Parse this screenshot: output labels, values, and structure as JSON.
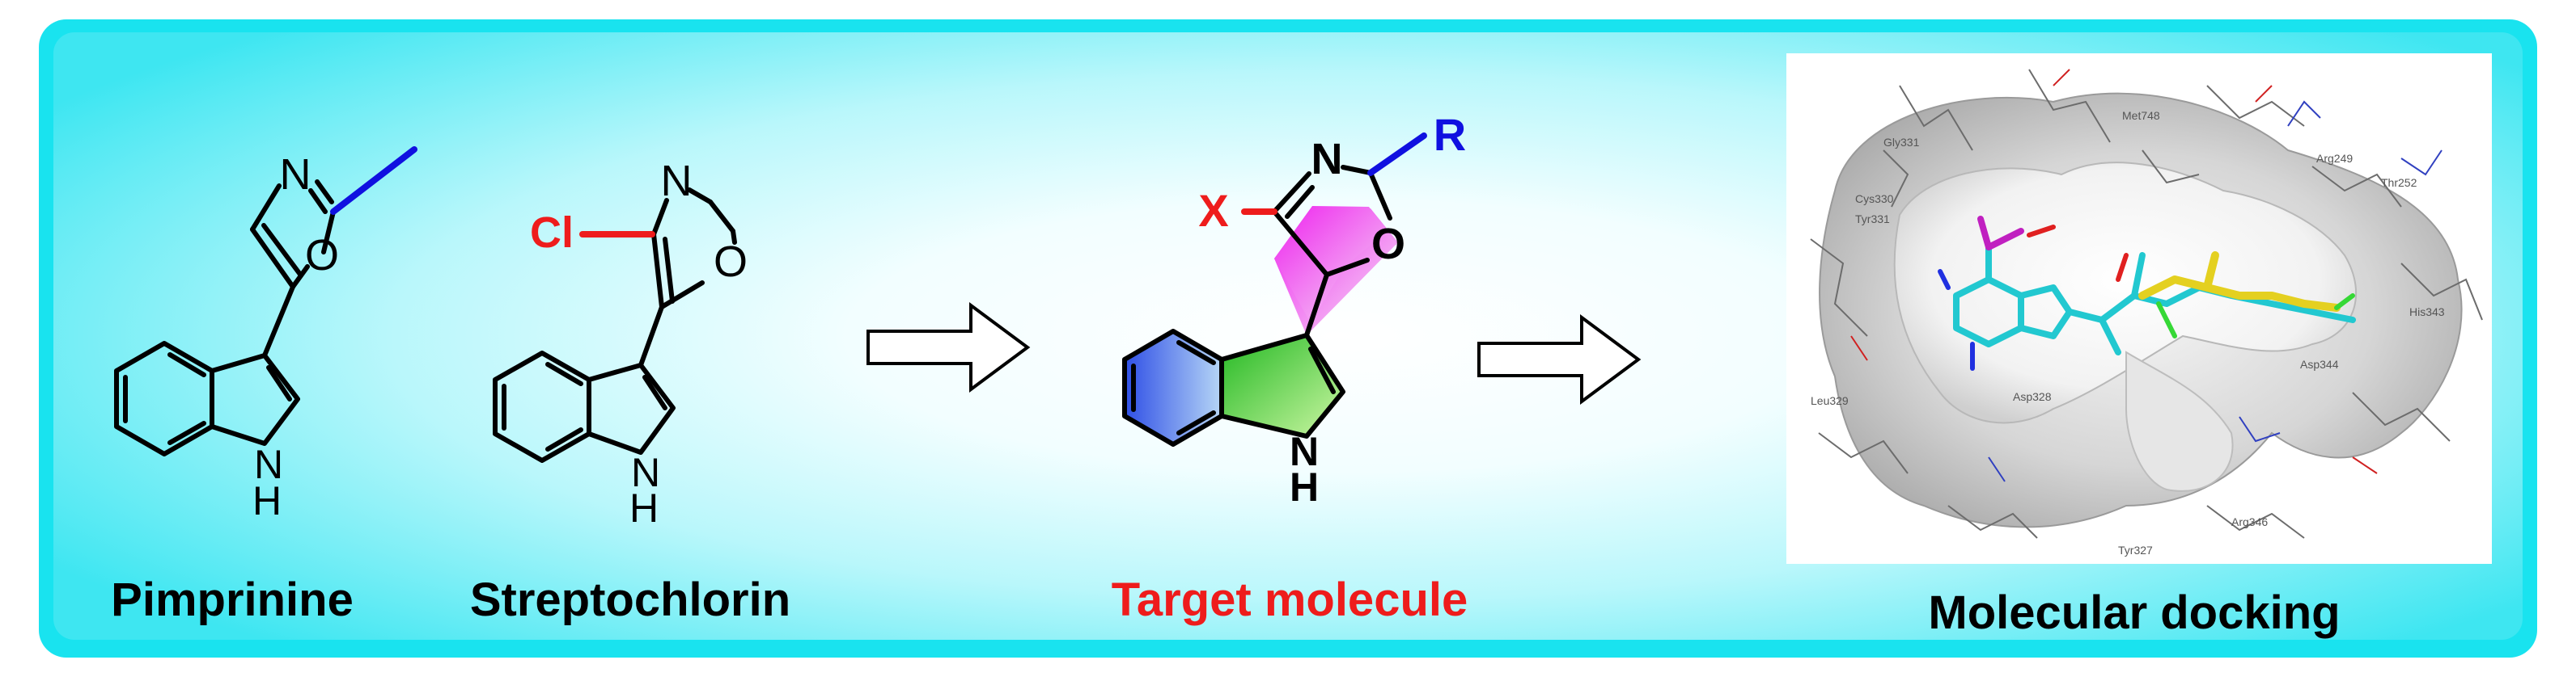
{
  "captions": {
    "pimprinine": "Pimprinine",
    "streptochlorin": "Streptochlorin",
    "target": "Target molecule",
    "docking": "Molecular docking"
  },
  "atoms": {
    "nitrogen": "N",
    "oxygen": "O",
    "nh": "N",
    "h": "H",
    "chlorine": "Cl",
    "x": "X",
    "r": "R"
  },
  "docking_residues": [
    "Met748",
    "Arg249",
    "Thr252",
    "Gly331",
    "Cys330",
    "Tyr331",
    "His343",
    "Asp344",
    "Leu329",
    "Asp328",
    "Arg346",
    "Tyr327"
  ],
  "colors": {
    "frame": "#19e3ef",
    "caption_target": "#ee1c1c",
    "substituent_x": "#ee1c1c",
    "substituent_r": "#1010e0",
    "methyl_bond": "#1010e0",
    "chlorine": "#ee1c1c"
  }
}
